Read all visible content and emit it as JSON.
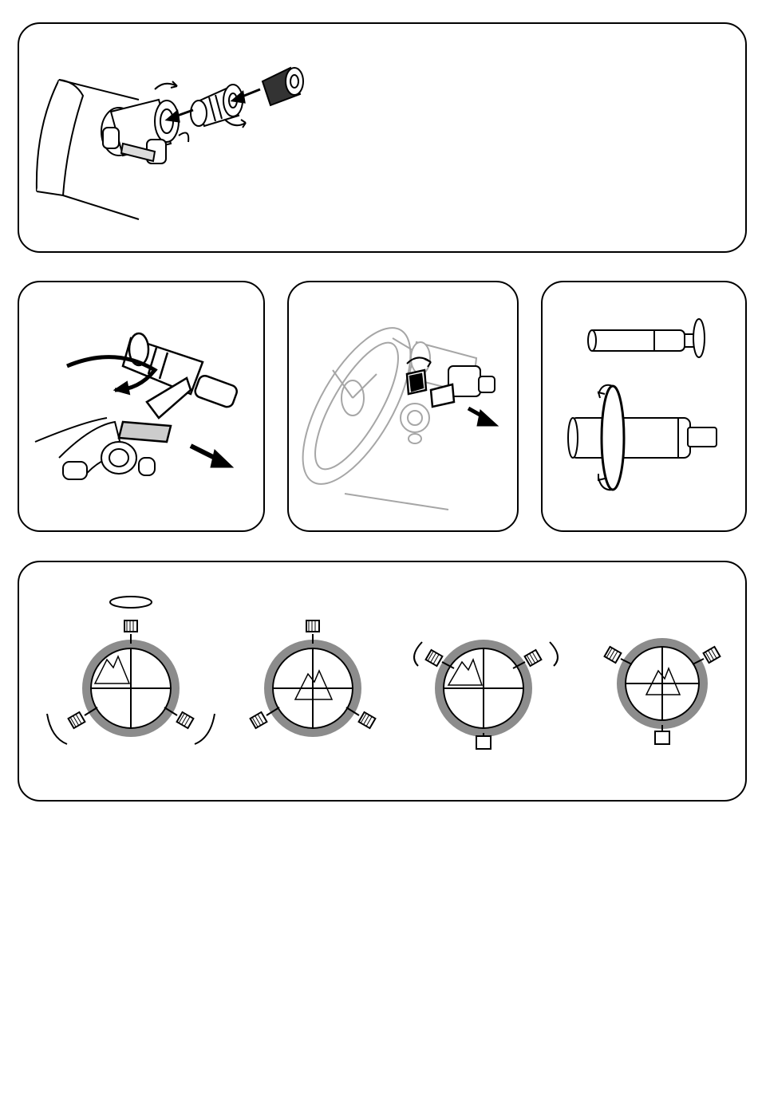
{
  "manual_page": {
    "panels": [
      {
        "id": "eyepiece-insertion",
        "icons": [
          "telescope-tube-icon",
          "focuser-icon",
          "barlow-lens-icon",
          "eyepiece-icon",
          "rotation-arrow-icon",
          "insert-arrow-icon"
        ]
      },
      {
        "id": "finder-mount-reflector",
        "icons": [
          "finderscope-icon",
          "finder-bracket-icon",
          "rotation-arrow-icon",
          "insert-arrow-icon"
        ]
      },
      {
        "id": "finder-mount-alt",
        "icons": [
          "telescope-tube-icon",
          "finderscope-icon",
          "bracket-icon",
          "insert-arrow-icon"
        ]
      },
      {
        "id": "finder-focus",
        "icons": [
          "finderscope-icon",
          "focus-ring-icon",
          "rotation-arrow-icon"
        ]
      },
      {
        "id": "finder-alignment",
        "steps": 4,
        "icons": [
          "reticle-icon",
          "mountain-target-icon",
          "adjustment-screw-icon",
          "rotation-arrow-icon"
        ]
      }
    ],
    "colors": {
      "line": "#000000",
      "ring": "#8c8c8c",
      "faint": "#a6a6a6",
      "background": "#ffffff"
    }
  }
}
